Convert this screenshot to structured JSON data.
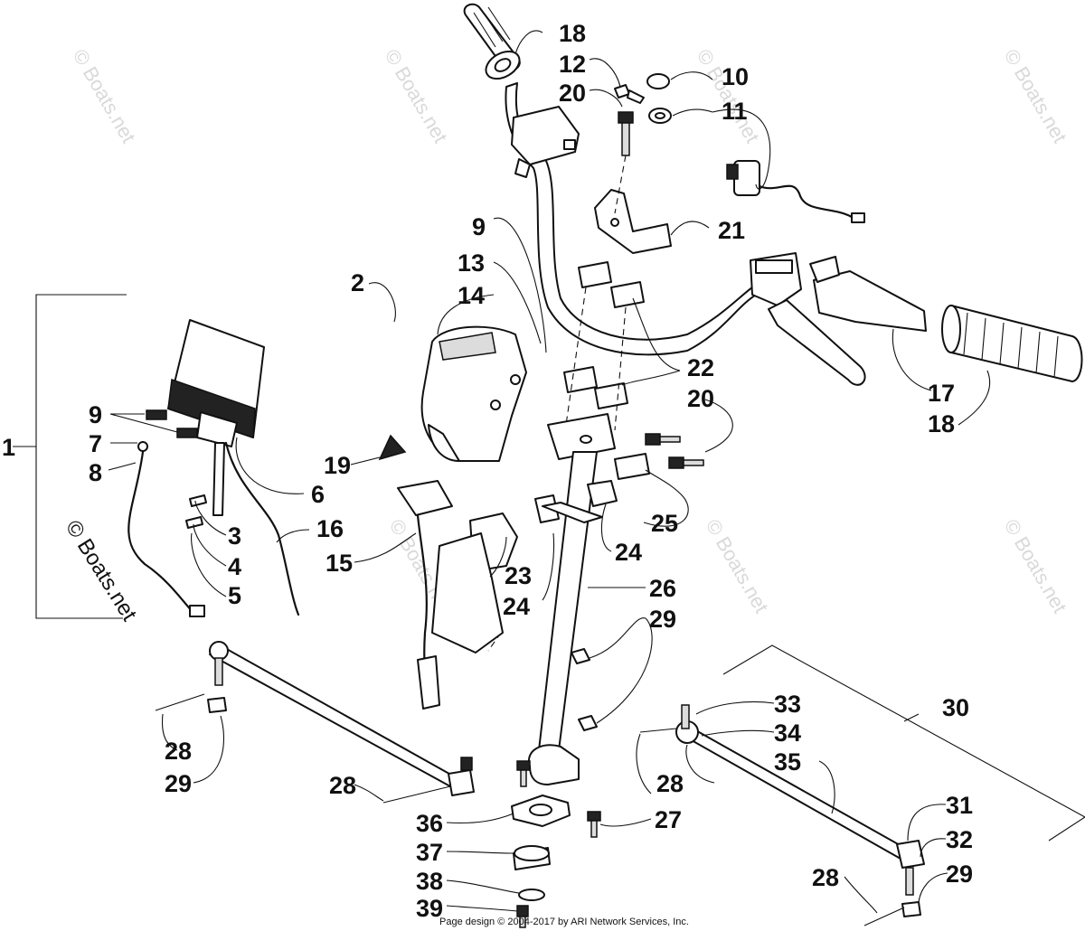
{
  "callouts": {
    "c18a": "18",
    "c12": "12",
    "c20a": "20",
    "c10": "10",
    "c11": "11",
    "c21": "21",
    "c9a": "9",
    "c13": "13",
    "c14": "14",
    "c2": "2",
    "c22": "22",
    "c20b": "20",
    "c17": "17",
    "c18b": "18",
    "c9b": "9",
    "c7": "7",
    "c8": "8",
    "c1": "1",
    "c19": "19",
    "c6": "6",
    "c16": "16",
    "c3": "3",
    "c4": "4",
    "c5": "5",
    "c15": "15",
    "c25": "25",
    "c24a": "24",
    "c23": "23",
    "c24b": "24",
    "c26": "26",
    "c29a": "29",
    "c30": "30",
    "c33": "33",
    "c34": "34",
    "c35": "35",
    "c28a": "28",
    "c29b": "29",
    "c28b": "28",
    "c28c": "28",
    "c36": "36",
    "c27": "27",
    "c37": "37",
    "c38": "38",
    "c39": "39",
    "c31": "31",
    "c32": "32",
    "c28d": "28",
    "c29c": "29"
  },
  "watermarks": {
    "w1": "© Boats.net",
    "w2": "© Boats.net",
    "w3": "© Boats.net",
    "w4": "© Boats.net",
    "w5": "© Boats.net",
    "w6": "© Boats.net",
    "w7": "© Boats.net",
    "w8": "© Boats.net",
    "main": "© Boats.net"
  },
  "footer": "Page design © 2004-2017 by ARI Network Services, Inc."
}
